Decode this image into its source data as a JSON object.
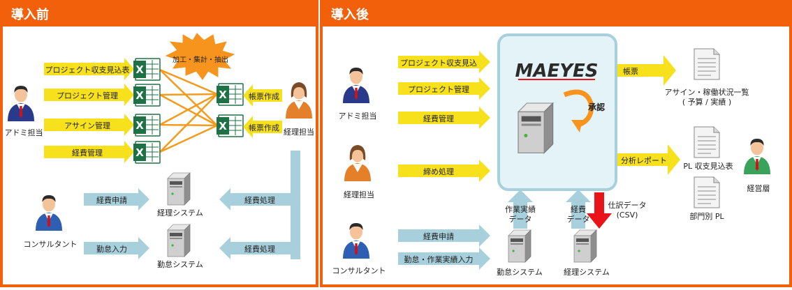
{
  "before": {
    "title": "導入前",
    "actors": {
      "admin": "アドミ担当",
      "accounting": "経理担当",
      "consultant": "コンサルタント"
    },
    "tasks": [
      "プロジェクト収支見込表",
      "プロジェクト管理",
      "アサイン管理",
      "経費管理"
    ],
    "burst": "加工・集計・抽出",
    "report_tasks": [
      "帳票作成",
      "帳票作成"
    ],
    "consultant_tasks": [
      "経費申請",
      "勤怠入力"
    ],
    "systems": [
      "経理システム",
      "勤怠システム"
    ],
    "processing": [
      "経費処理",
      "経費処理"
    ]
  },
  "after": {
    "title": "導入後",
    "logo": "MAEYES",
    "approval": "承認",
    "actors": {
      "admin": "アドミ担当",
      "accounting": "経理担当",
      "consultant": "コンサルタント",
      "management": "経営層"
    },
    "admin_inputs": [
      "プロジェクト収支見込",
      "プロジェクト管理",
      "経費管理"
    ],
    "accounting_input": "締め処理",
    "consultant_inputs": [
      "経費申請",
      "勤怠・作業実績入力"
    ],
    "outputs": {
      "report_label": "帳票",
      "report_doc_line1": "アサイン・稼働状況一覧",
      "report_doc_line2": "( 予算 / 実績 )",
      "analysis_label": "分析レポート",
      "pl_doc1": "PL 収支見込表",
      "pl_doc2": "部門別 PL"
    },
    "work_data_line1": "作業実績",
    "work_data_line2": "データ",
    "expense_data_line1": "経費",
    "expense_data_line2": "データ",
    "journal_line1": "仕訳データ",
    "journal_line2": "(CSV)",
    "systems": [
      "勤怠システム",
      "経理システム"
    ]
  },
  "colors": {
    "header_orange": "#f2600c",
    "arrow_yellow": "#f7e01c",
    "arrow_blue": "#a8d0dc",
    "excel_green": "#1e7145",
    "burst_orange": "#f7941d",
    "link_orange": "#f39b1e",
    "panel_blue": "#e4f3f8",
    "panel_border": "#a8d0dc",
    "red_arrow": "#e8141a"
  },
  "icons": [
    "person-icon",
    "excel-icon",
    "server-icon",
    "document-icon",
    "burst-shape",
    "refresh-arrow-icon"
  ]
}
